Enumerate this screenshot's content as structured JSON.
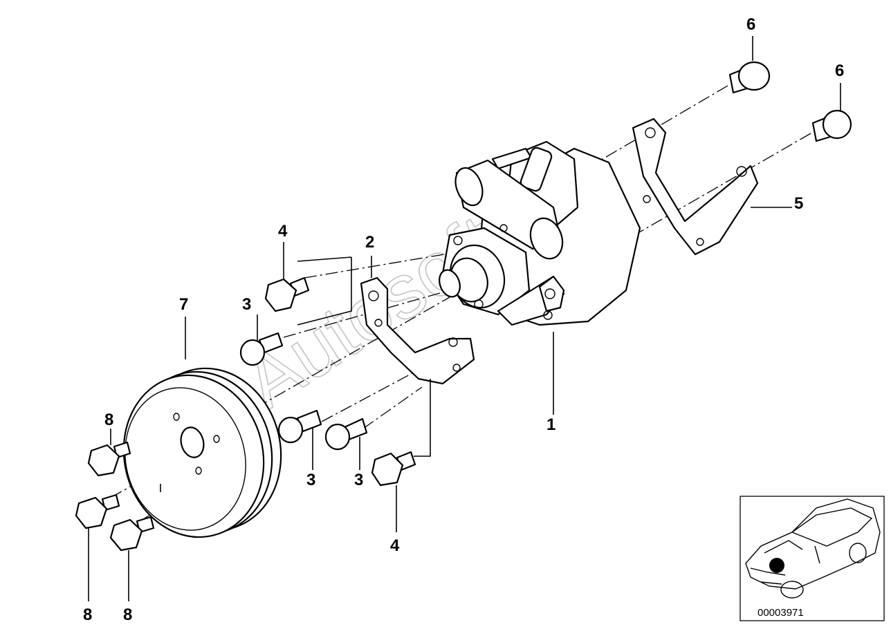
{
  "watermark": "Autosoft",
  "callouts": {
    "c1": "1",
    "c2": "2",
    "c3a": "3",
    "c3b": "3",
    "c3c": "3",
    "c4a": "4",
    "c4b": "4",
    "c5": "5",
    "c6a": "6",
    "c6b": "6",
    "c7": "7",
    "c8a": "8",
    "c8b": "8",
    "c8c": "8"
  },
  "inset": {
    "ref_number": "00003971"
  }
}
